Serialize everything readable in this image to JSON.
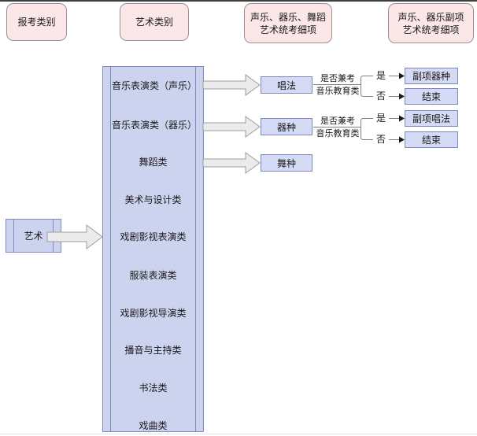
{
  "headers": [
    {
      "line1": "报考类别"
    },
    {
      "line1": "艺术类别"
    },
    {
      "line1": "声乐、器乐、舞蹈",
      "line2": "艺术统考细项"
    },
    {
      "line1": "声乐、器乐副项",
      "line2": "艺术统考细项"
    }
  ],
  "source_label": "艺术",
  "categories": [
    "音乐表演类（声乐）",
    "音乐表演类（器乐）",
    "舞蹈类",
    "美术与设计类",
    "戏剧影视表演类",
    "服装表演类",
    "戏剧影视导演类",
    "播音与主持类",
    "书法类",
    "戏曲类"
  ],
  "branches": [
    {
      "detail": "唱法",
      "condition_line1": "是否兼考",
      "condition_line2": "音乐教育类",
      "yes_label": "是",
      "no_label": "否",
      "yes_target": "副项器种",
      "no_target": "结束"
    },
    {
      "detail": "器种",
      "condition_line1": "是否兼考",
      "condition_line2": "音乐教育类",
      "yes_label": "是",
      "no_label": "否",
      "yes_target": "副项唱法",
      "no_target": "结束"
    },
    {
      "detail": "舞种"
    }
  ],
  "colors": {
    "header_fill": "#fbe7e8",
    "header_border": "#a08f94",
    "process_fill": "#ccd3ef",
    "process_border": "#8089c0",
    "detail_fill": "#d6dbf5",
    "detail_border": "#7d86c0",
    "block_arrow_fill": "#ebebeb",
    "block_arrow_stroke": "#9e9e9e",
    "connector_line": "#808080",
    "arrowhead": "#1a1a1a",
    "top_bar": "#3f3f3f",
    "bottom_line": "#e2e2e2"
  }
}
